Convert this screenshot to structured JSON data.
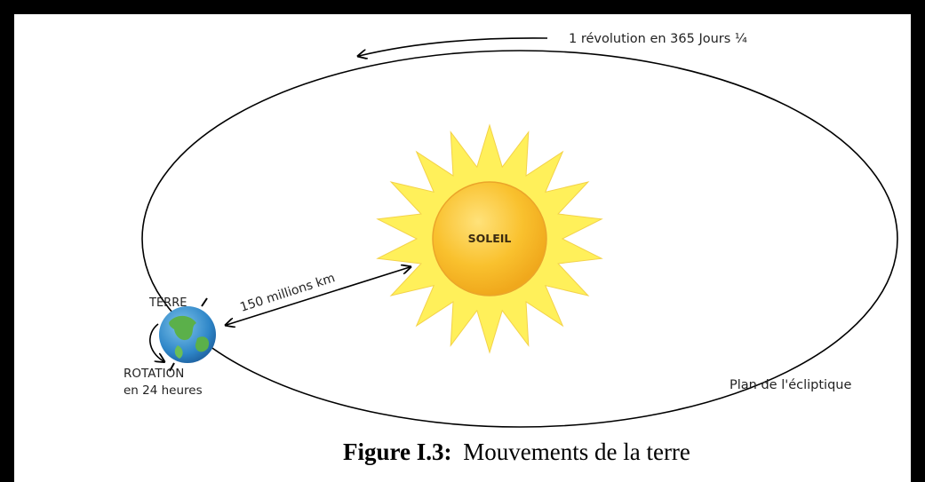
{
  "labels": {
    "revolution": "1 révolution en 365 Jours ¼",
    "sun": "SOLEIL",
    "distance": "150 millions km",
    "earth": "TERRE",
    "rotation_line1": "ROTATION",
    "rotation_line2": "en 24 heures",
    "ecliptic": "Plan de l'écliptique"
  },
  "caption": {
    "label": "Figure I.3:",
    "text": "Mouvements de la terre"
  },
  "colors": {
    "sun_rays": "#FFF05A",
    "sun_core": "#F8C22A",
    "earth_ocean": "#2E86C8",
    "earth_land": "#5BB04A",
    "frame": "#000000"
  }
}
